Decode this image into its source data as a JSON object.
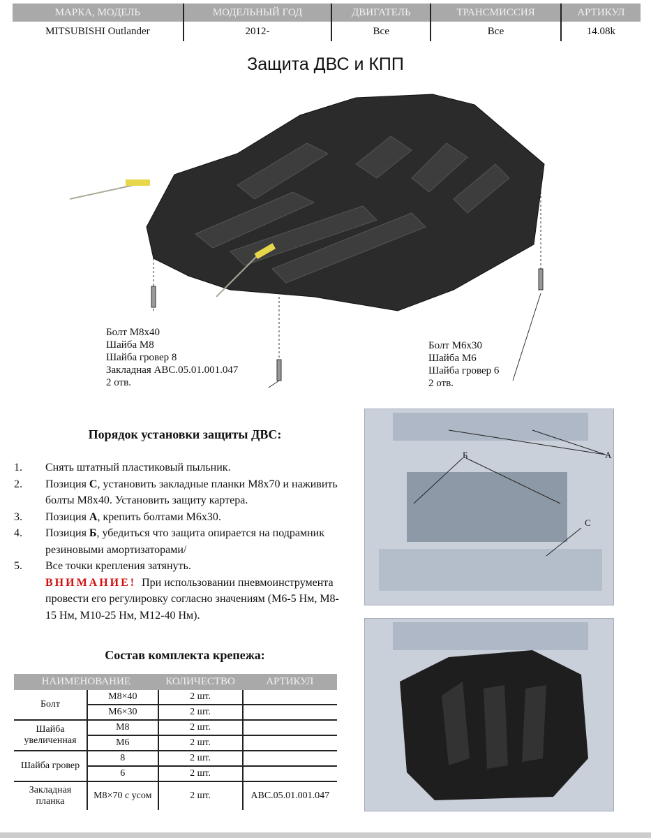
{
  "header": {
    "columns": [
      "МАРКА, МОДЕЛЬ",
      "МОДЕЛЬНЫЙ ГОД",
      "ДВИГАТЕЛЬ",
      "ТРАНСМИССИЯ",
      "АРТИКУЛ"
    ],
    "values": [
      "MITSUBISHI Outlander",
      "2012-",
      "Все",
      "Все",
      "14.08k"
    ]
  },
  "title": "Защита ДВС и КПП",
  "callout_left": [
    "Болт М8х40",
    "Шайба М8",
    "Шайба гровер 8",
    "Закладная АВС.05.01.001.047",
    "2 отв."
  ],
  "callout_right": [
    "Болт М6х30",
    "Шайба М6",
    "Шайба гровер 6",
    "2 отв."
  ],
  "photo_labels": {
    "a": "А",
    "b": "Б",
    "c": "С"
  },
  "instructions": {
    "heading": "Порядок установки защиты ДВС:",
    "steps": [
      {
        "n": "1.",
        "pre": "Снять штатный пластиковый пыльник.",
        "bold": "",
        "post": ""
      },
      {
        "n": "2.",
        "pre": "Позиция ",
        "bold": "С",
        "post": ", установить закладные планки М8х70 и наживить болты М8х40. Установить защиту картера."
      },
      {
        "n": "3.",
        "pre": "Позиция ",
        "bold": "А",
        "post": ", крепить болтами М6х30."
      },
      {
        "n": "4.",
        "pre": "Позиция ",
        "bold": "Б",
        "post": ", убедиться что защита опирается на подрамник резиновыми амортизаторами/"
      },
      {
        "n": "5.",
        "pre": "Все точки крепления затянуть.",
        "bold": "",
        "post": ""
      }
    ],
    "warning_label": "ВНИМАНИЕ!",
    "warning_text": "При использовании пневмоинструмента провести его регулировку согласно значениям (М6-5 Нм,    М8-15 Нм, М10-25 Нм, М12-40 Нм)."
  },
  "kit": {
    "heading": "Состав комплекта крепежа:",
    "columns": [
      "НАИМЕНОВАНИЕ",
      "КОЛИЧЕСТВО",
      "АРТИКУЛ"
    ],
    "groups": [
      {
        "name": "Болт",
        "rows": [
          [
            "М8×40",
            "2 шт.",
            ""
          ],
          [
            "М6×30",
            "2 шт.",
            ""
          ]
        ]
      },
      {
        "name": "Шайба увеличенная",
        "rows": [
          [
            "М8",
            "2 шт.",
            ""
          ],
          [
            "М6",
            "2 шт.",
            ""
          ]
        ]
      },
      {
        "name": "Шайба гровер",
        "rows": [
          [
            "8",
            "2 шт.",
            ""
          ],
          [
            "6",
            "2 шт.",
            ""
          ]
        ]
      },
      {
        "name": "Закладная планка",
        "rows": [
          [
            "М8×70 с усом",
            "2 шт.",
            "АВС.05.01.001.047"
          ]
        ]
      }
    ]
  }
}
